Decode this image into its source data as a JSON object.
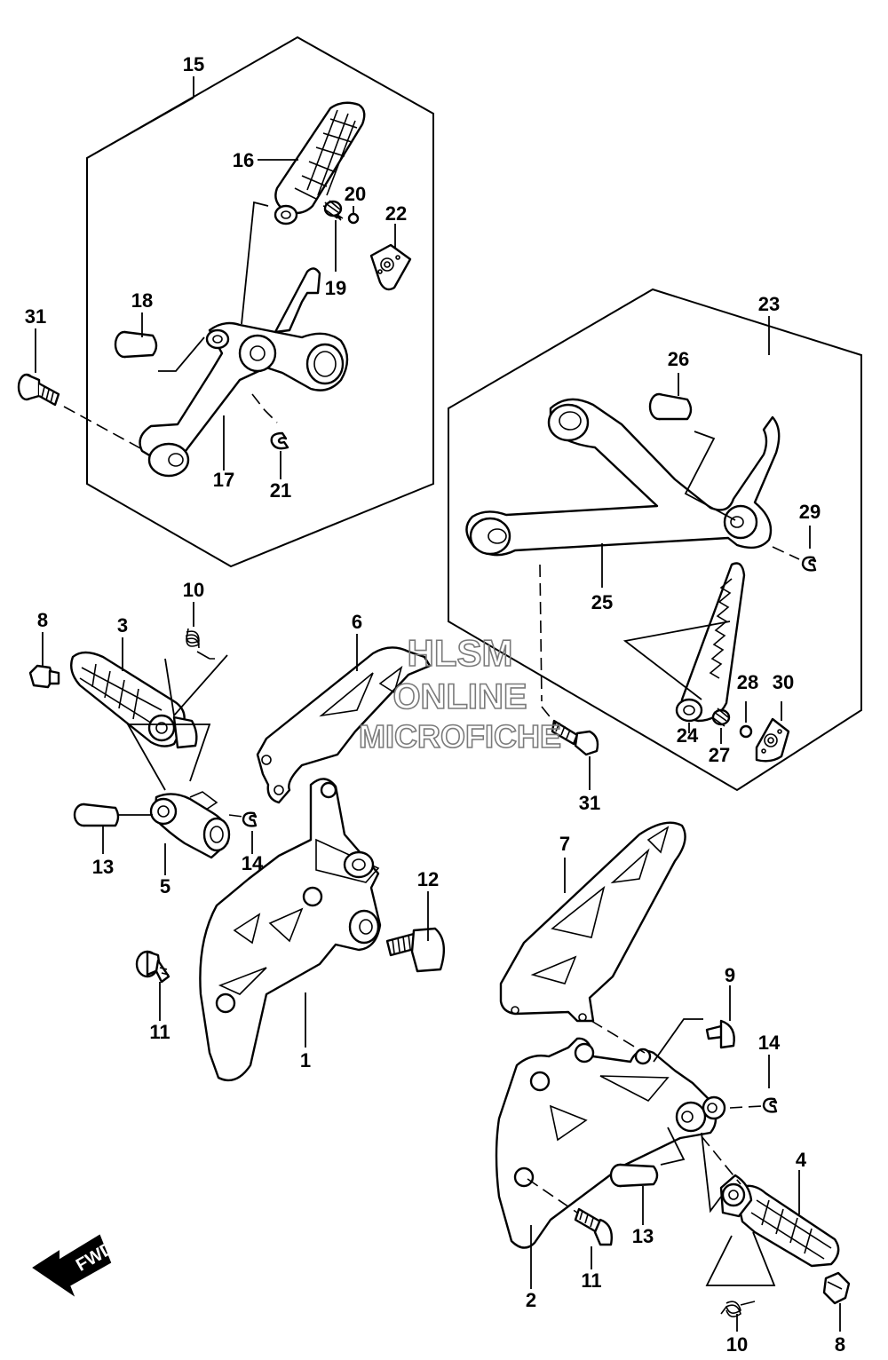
{
  "watermark": {
    "line1": "HLSM",
    "line2": "ONLINE",
    "line3": "MICROFICHE"
  },
  "fwd_label": "FWD",
  "callouts": {
    "c1": "1",
    "c2": "2",
    "c3": "3",
    "c4": "4",
    "c5": "5",
    "c6": "6",
    "c7": "7",
    "c8a": "8",
    "c8b": "8",
    "c9": "9",
    "c10a": "10",
    "c10b": "10",
    "c11a": "11",
    "c11b": "11",
    "c12": "12",
    "c13a": "13",
    "c13b": "13",
    "c14a": "14",
    "c14b": "14",
    "c15": "15",
    "c16": "16",
    "c17": "17",
    "c18": "18",
    "c19": "19",
    "c20": "20",
    "c21": "21",
    "c22": "22",
    "c23": "23",
    "c24": "24",
    "c25": "25",
    "c26": "26",
    "c27": "27",
    "c28": "28",
    "c29": "29",
    "c30": "30",
    "c31a": "31",
    "c31b": "31"
  }
}
